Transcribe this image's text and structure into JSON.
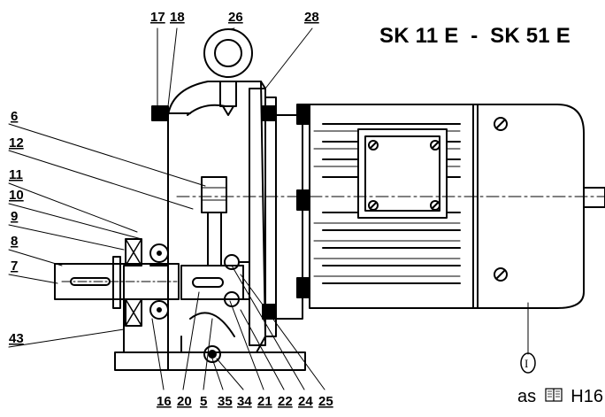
{
  "title": "SK 11 E  -  SK 51 E",
  "footer": {
    "prefix": "as",
    "icon": "book-icon",
    "ref": "H16"
  },
  "parts": {
    "p17": "17",
    "p18": "18",
    "p26": "26",
    "p28": "28",
    "p6": "6",
    "p12": "12",
    "p11": "11",
    "p10": "10",
    "p9": "9",
    "p8": "8",
    "p7": "7",
    "p43": "43",
    "p16": "16",
    "p20": "20",
    "p5": "5",
    "p35": "35",
    "p34": "34",
    "p21": "21",
    "p22": "22",
    "p24": "24",
    "p25": "25"
  },
  "motor_marker": "I"
}
